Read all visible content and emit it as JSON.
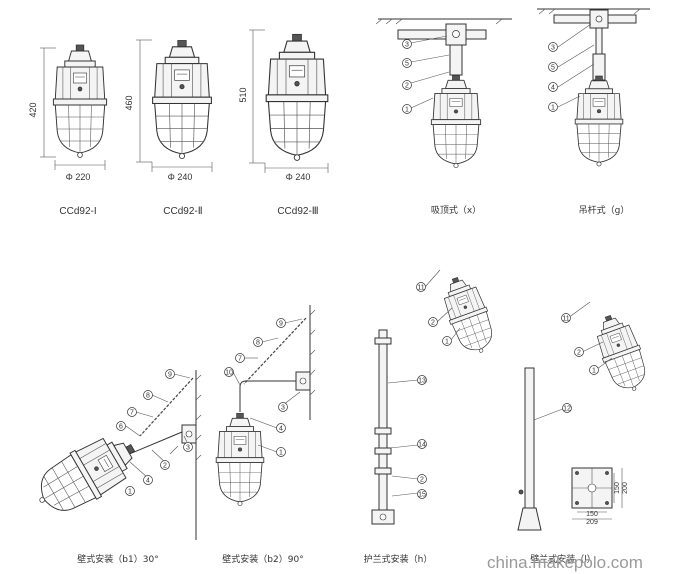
{
  "models": [
    {
      "name": "CCd92-I",
      "height": "420",
      "diameter": "Φ 220"
    },
    {
      "name": "CCd92-Ⅱ",
      "height": "460",
      "diameter": "Φ 240"
    },
    {
      "name": "CCd92-Ⅲ",
      "height": "510",
      "diameter": "Φ 240"
    }
  ],
  "mounts_top": [
    {
      "label": "吸顶式（x）"
    },
    {
      "label": "吊杆式（g）"
    }
  ],
  "mounts_bottom": [
    {
      "label": "壁式安装（b1）30°"
    },
    {
      "label": "壁式安装（b2）90°"
    },
    {
      "label": "护兰式安装（h）"
    },
    {
      "label": "壁兰式安装（l）"
    }
  ],
  "base_plate": {
    "dim_a": "150",
    "dim_b": "200",
    "dim_c": "150",
    "dim_d": "209"
  },
  "part_numbers": [
    "1",
    "2",
    "3",
    "4",
    "5",
    "6",
    "7",
    "8",
    "9",
    "10",
    "11",
    "12",
    "13",
    "14",
    "15"
  ],
  "watermark": "china.makepolo.com"
}
